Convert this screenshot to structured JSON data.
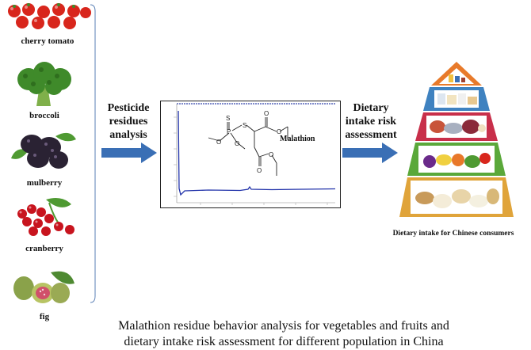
{
  "foods": [
    {
      "name": "cherry tomato",
      "icon": "cherry-tomato-icon"
    },
    {
      "name": "broccoli",
      "icon": "broccoli-icon"
    },
    {
      "name": "mulberry",
      "icon": "mulberry-icon"
    },
    {
      "name": "cranberry",
      "icon": "cranberry-icon"
    },
    {
      "name": "fig",
      "icon": "fig-icon"
    }
  ],
  "steps": {
    "pesticide_line1": "Pesticide",
    "pesticide_line2": "residues",
    "pesticide_line3": "analysis",
    "dietary_line1": "Dietary",
    "dietary_line2": "intake risk",
    "dietary_line3": "assessment"
  },
  "molecule": {
    "name": "Malathion"
  },
  "pyramid": {
    "label": "Dietary intake for Chinese consumers"
  },
  "caption": {
    "line1": "Malathion residue behavior analysis for vegetables and fruits and",
    "line2": "dietary intake risk assessment for different population in China"
  },
  "colors": {
    "arrow": "#3a6fb5",
    "chromatogram": "#2233aa",
    "tomato": "#d8261c",
    "broccoli": "#3f8a2a",
    "mulberry": "#2a2233",
    "cranberry": "#c8141e",
    "fig": "#8aa24a",
    "pyramid_top": "#e87a2a",
    "pyramid_2": "#3f82c0",
    "pyramid_3": "#c82f4a",
    "pyramid_4": "#5aa83a",
    "pyramid_5": "#e0a43a"
  }
}
